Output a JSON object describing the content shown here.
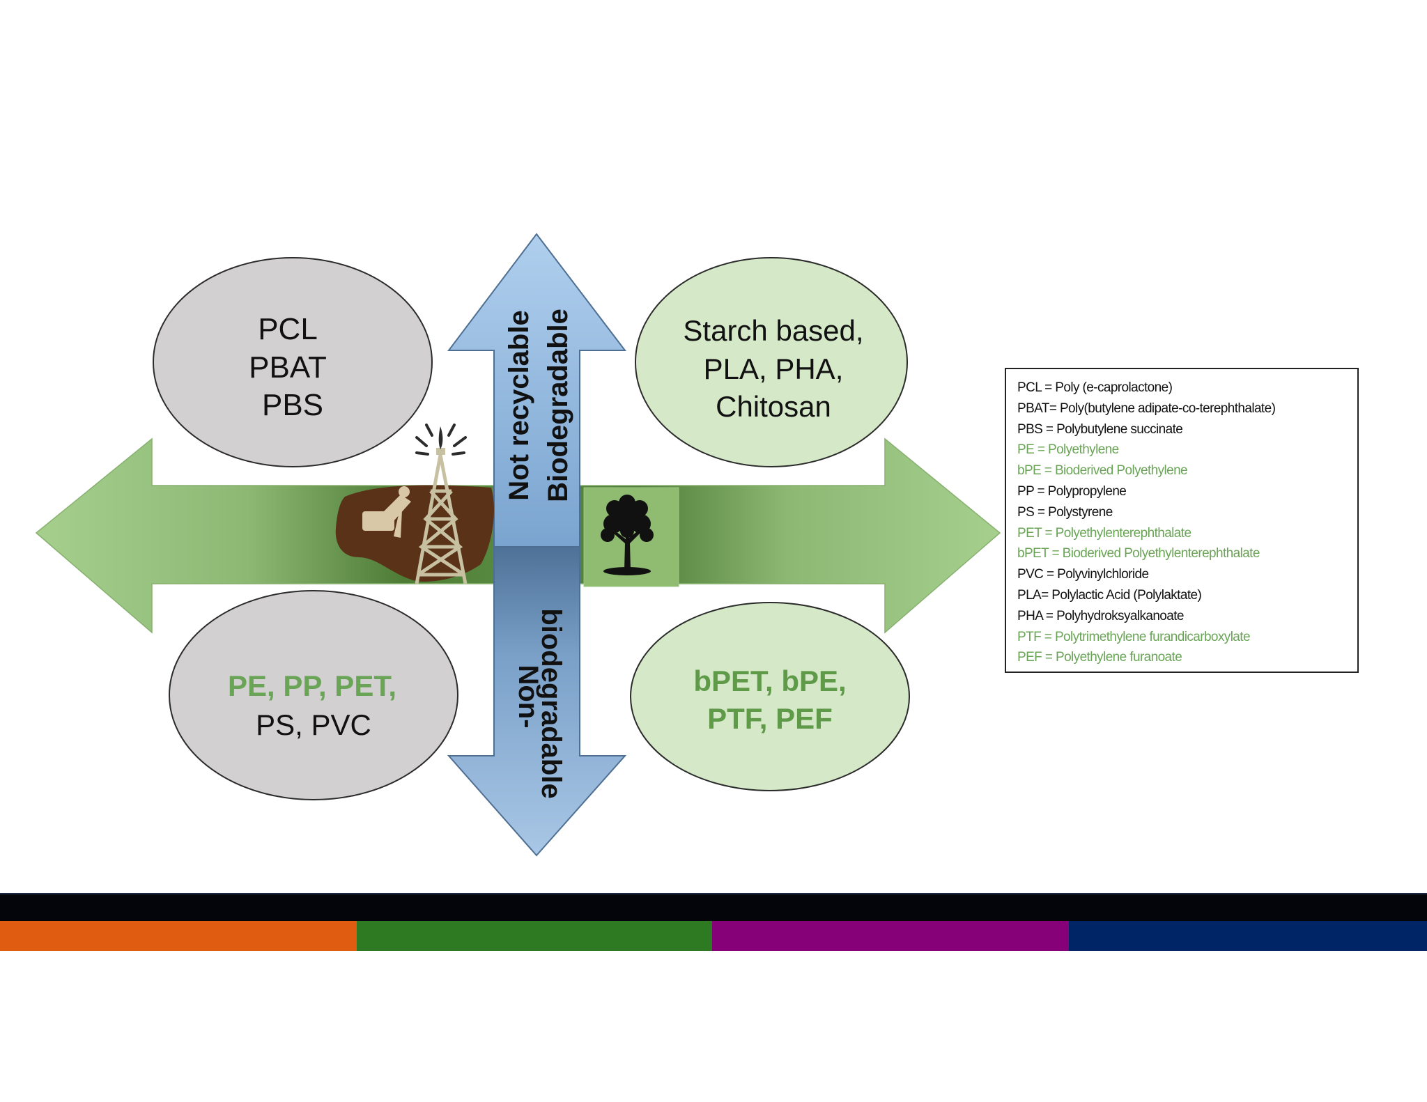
{
  "colors": {
    "grey_ellipse": "#d2d0d1",
    "green_ellipse": "#d5e8c8",
    "blue_arrow": "#8db3db",
    "green_arrow": "#9dc886",
    "dark_green_text": "#5e9a48",
    "fossil_brown": "#5a3218",
    "stripe_orange": "#e05c10",
    "stripe_green": "#2e7a22",
    "stripe_purple": "#860078",
    "stripe_navy": "#002566",
    "footer_black": "#04050a"
  },
  "quadrants": {
    "top_left": {
      "lines": [
        "PCL",
        "PBAT",
        "PBS"
      ]
    },
    "top_right": {
      "lines": [
        "Starch based,",
        "PLA, PHA,",
        "Chitosan"
      ]
    },
    "bottom_left": {
      "line1": "PE, PP, PET,",
      "line2": "PS, PVC"
    },
    "bottom_right": {
      "lines": [
        "bPET, bPE,",
        "PTF, PEF"
      ]
    }
  },
  "vertical_axis": {
    "up_line1": "Not recyclable",
    "up_line2": "Biodegradable",
    "down_line1": "Non-",
    "down_line2": "biodegradable"
  },
  "icons": {
    "left": "oil-well-icon",
    "right": "tree-icon"
  },
  "legend": [
    {
      "text": "PCL = Poly (e-caprolactone)",
      "color": "black"
    },
    {
      "text": "PBAT= Poly(butylene adipate-co-terephthalate)",
      "color": "black"
    },
    {
      "text": "PBS =  Polybutylene succinate",
      "color": "black"
    },
    {
      "text": "PE = Polyethylene",
      "color": "green"
    },
    {
      "text": "bPE = Bioderived Polyethylene",
      "color": "green"
    },
    {
      "text": "PP = Polypropylene",
      "color": "black"
    },
    {
      "text": "PS = Polystyrene",
      "color": "black"
    },
    {
      "text": "PET = Polyethylenterephthalate",
      "color": "green"
    },
    {
      "text": "bPET = Bioderived Polyethylenterephthalate",
      "color": "green"
    },
    {
      "text": "PVC =  Polyvinylchloride",
      "color": "black"
    },
    {
      "text": "PLA= Polylactic Acid (Polylaktate)",
      "color": "black"
    },
    {
      "text": "PHA = Polyhydroksyalkanoate",
      "color": "black"
    },
    {
      "text": "PTF =  Polytrimethylene furandicarboxylate",
      "color": "green"
    },
    {
      "text": "PEF = Polyethylene furanoate",
      "color": "green"
    }
  ]
}
